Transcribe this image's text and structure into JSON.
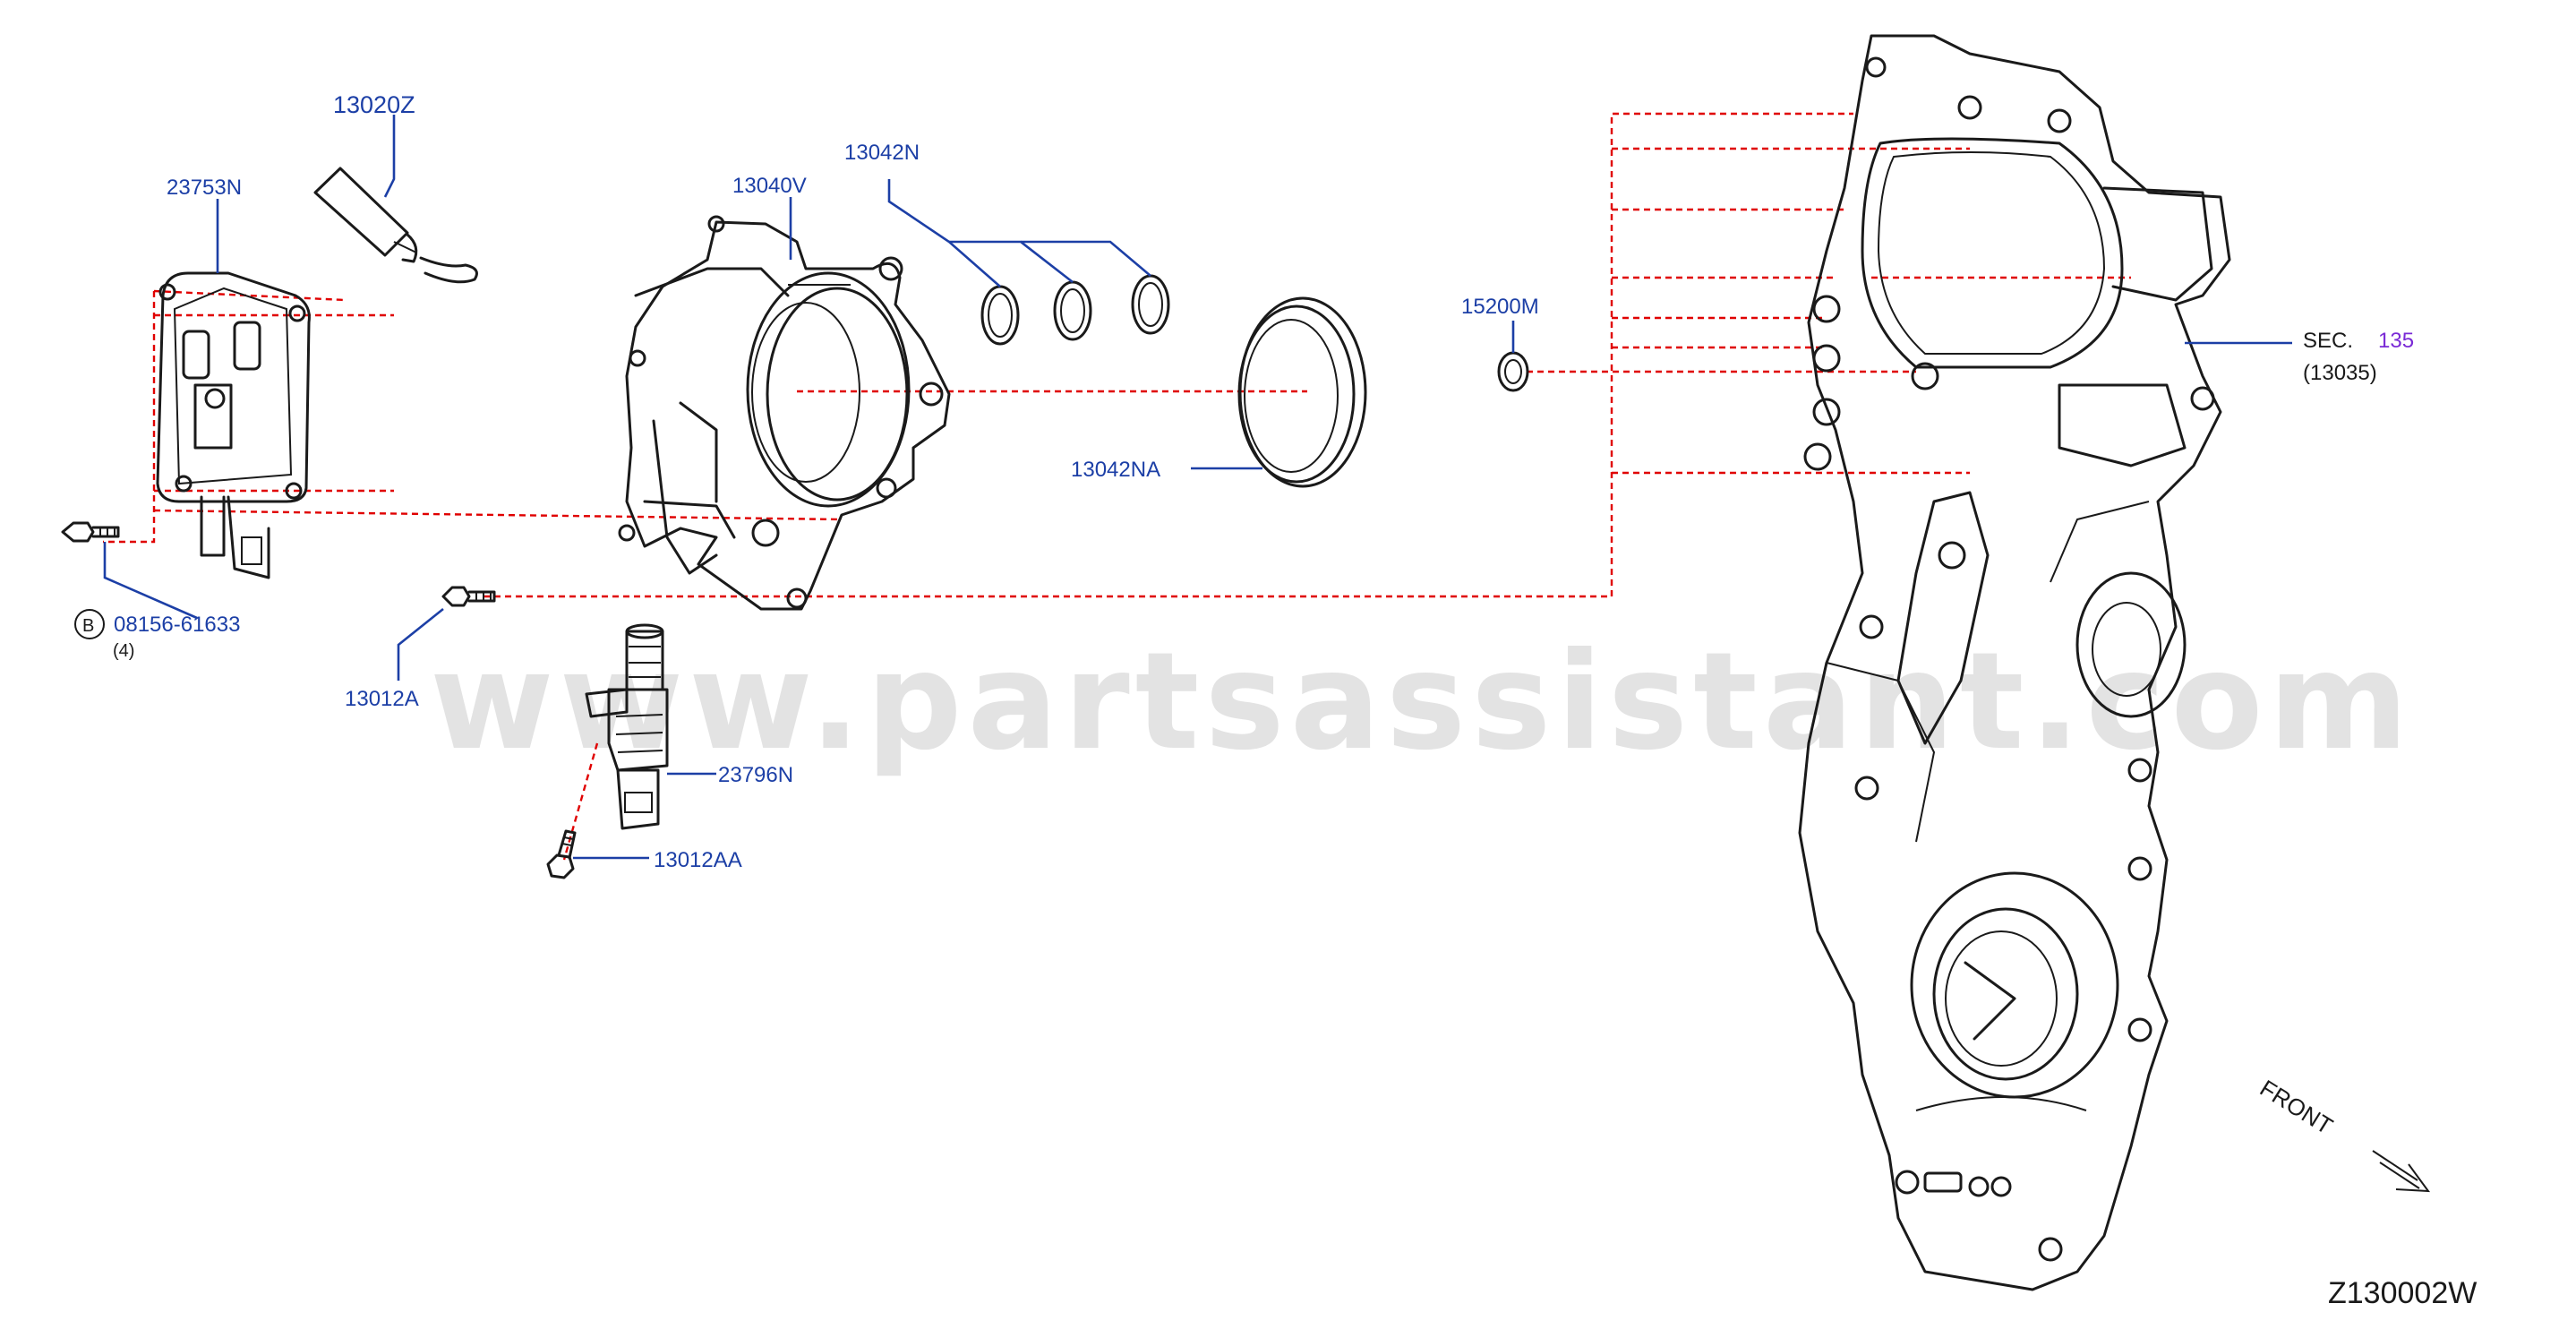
{
  "labels": {
    "p23753N": "23753N",
    "p13020Z": "13020Z",
    "p13040V": "13040V",
    "p13042N": "13042N",
    "p13042NA": "13042NA",
    "p15200M": "15200M",
    "sec": "SEC.",
    "sec_num": "135",
    "sec_ref": "(13035)",
    "bolt_marker": "B",
    "bolt_part": "08156-61633",
    "bolt_qty": "(4)",
    "p13012A": "13012A",
    "p23796N": "23796N",
    "p13012AA": "13012AA"
  },
  "watermark": "www.partsassistant.com",
  "direction": "FRONT",
  "diagram_code": "Z130002W",
  "colors": {
    "part_number": "#1c3fa6",
    "reference_lines": "#e00000",
    "section_number": "#7a2ad6"
  }
}
